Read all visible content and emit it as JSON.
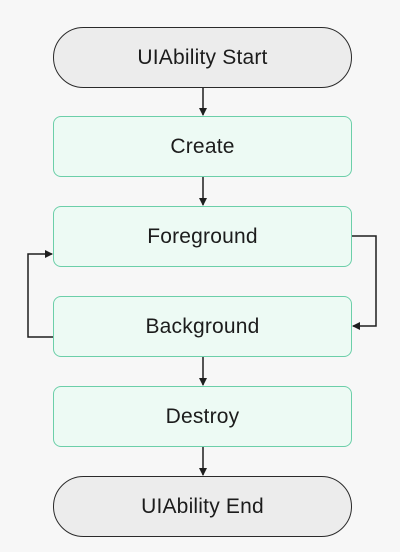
{
  "diagram": {
    "nodes": {
      "start": "UIAbility Start",
      "create": "Create",
      "foreground": "Foreground",
      "background": "Background",
      "destroy": "Destroy",
      "end": "UIAbility End"
    },
    "colors": {
      "state_fill": "#edfaf4",
      "state_border": "#6ccfa9",
      "terminal_fill": "#ececec",
      "terminal_border": "#2a2a2a",
      "arrow": "#1e1e1e"
    }
  }
}
